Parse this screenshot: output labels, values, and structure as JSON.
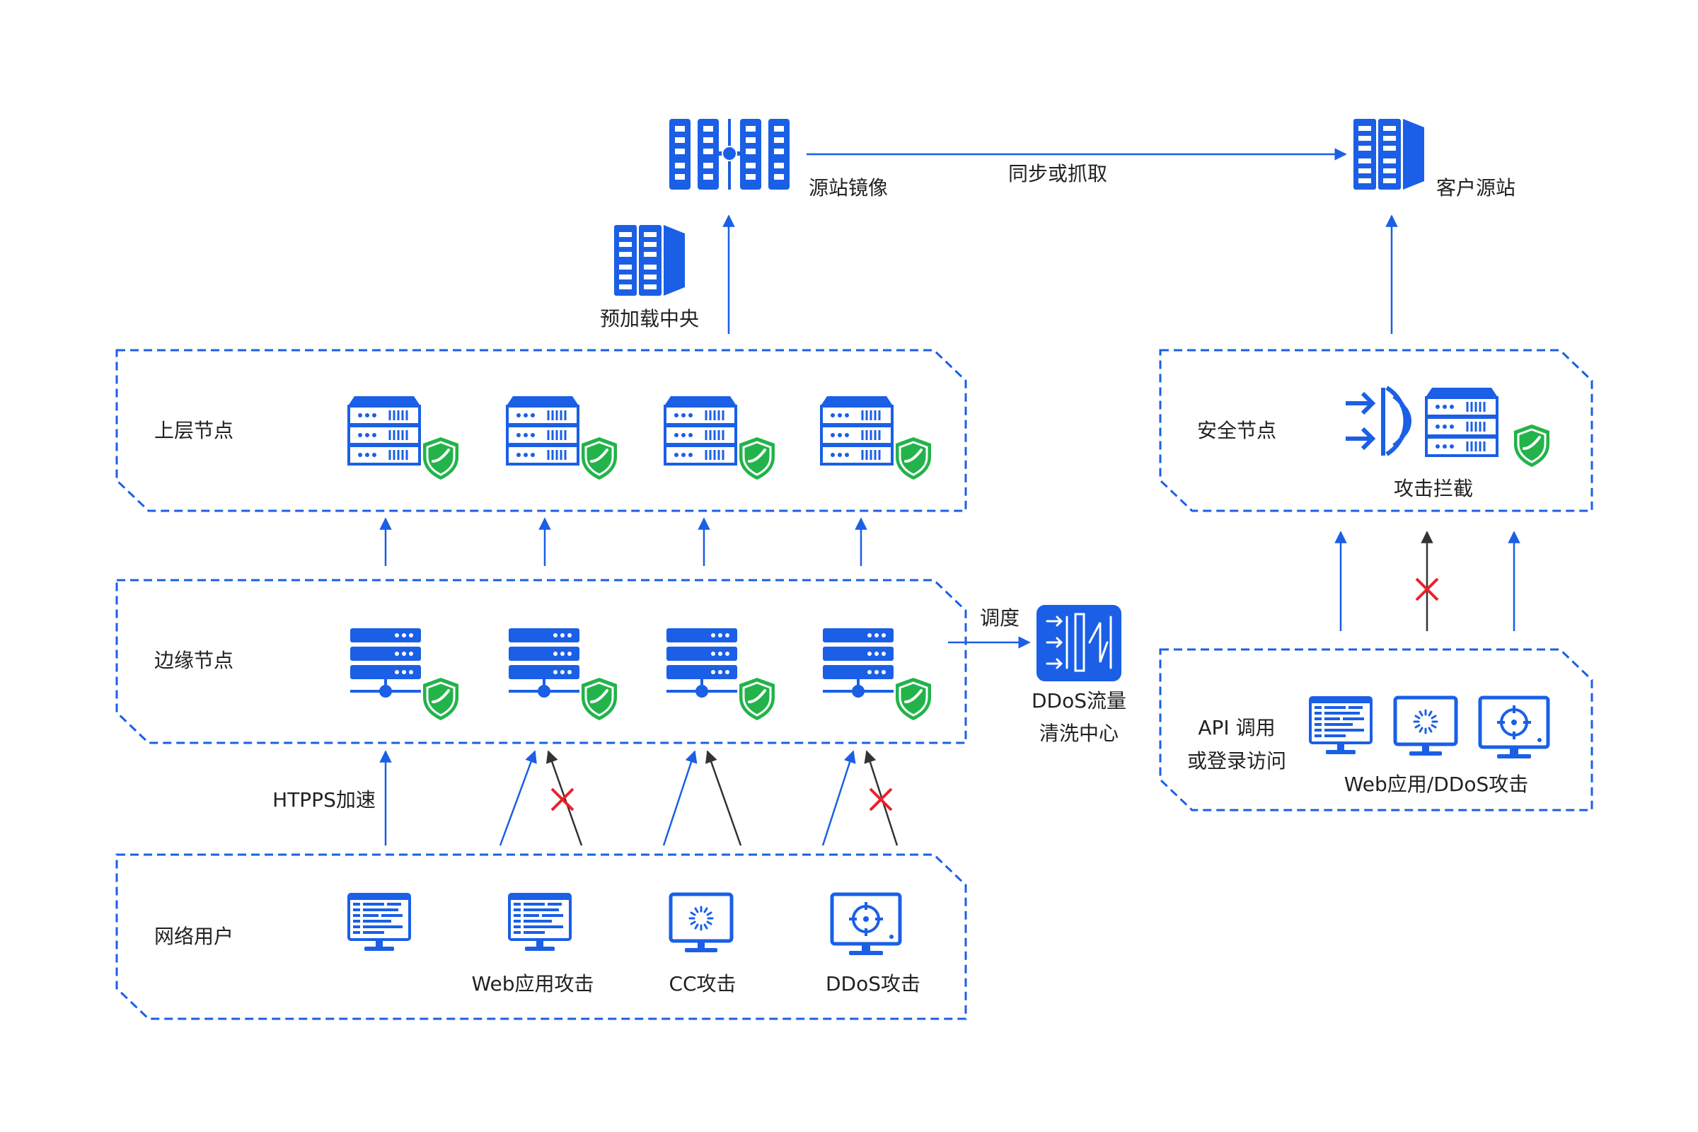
{
  "colors": {
    "blue": "#1a5fe6",
    "green": "#22b34a",
    "red": "#e8232a",
    "dark": "#333333",
    "text": "#222222"
  },
  "top": {
    "mirror_label": "源站镜像",
    "sync_label": "同步或抓取",
    "origin_label": "客户源站",
    "preload_label": "预加载中央"
  },
  "left": {
    "upper_label": "上层节点",
    "edge_label": "边缘节点",
    "users_label": "网络用户",
    "https_label": "HTPPS加速",
    "schedule_label": "调度",
    "ddos_center_line1": "DDoS流量",
    "ddos_center_line2": "清洗中心",
    "user_items": [
      "",
      "Web应用攻击",
      "CC攻击",
      "DDoS攻击"
    ]
  },
  "right": {
    "security_label": "安全节点",
    "block_label": "攻击拦截",
    "api_line1": "API 调用",
    "api_line2": "或登录访问",
    "web_ddos_label": "Web应用/DDoS攻击"
  }
}
